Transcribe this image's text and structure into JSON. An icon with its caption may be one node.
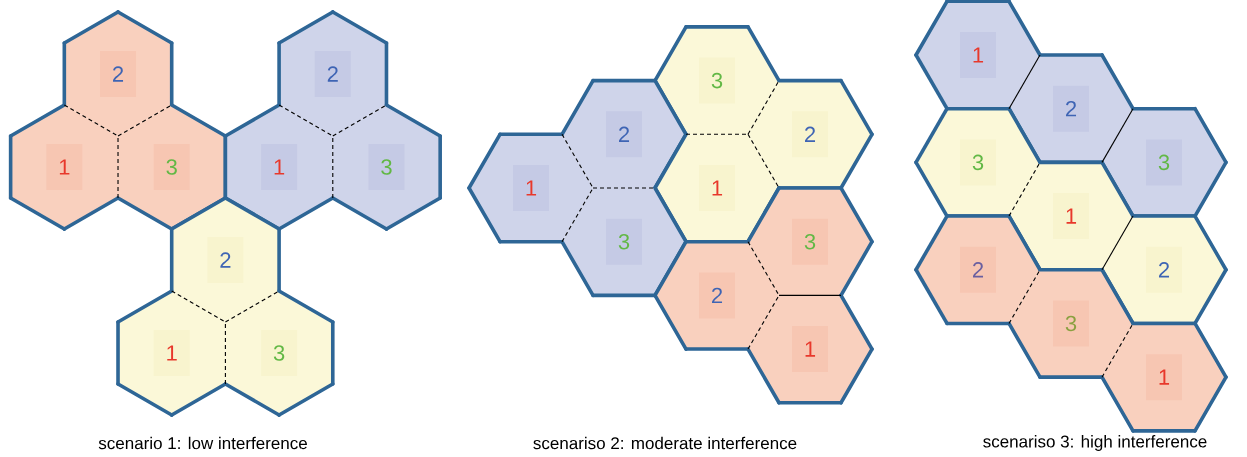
{
  "diagram": {
    "nodes": [
      {
        "text": [
          "2"
        ]
      },
      {
        "text": [
          "2"
        ]
      },
      {
        "text": [
          "1"
        ]
      },
      {
        "text": [
          "3"
        ]
      },
      {
        "text": [
          "1"
        ]
      },
      {
        "text": [
          "3"
        ]
      },
      {
        "text": [
          "2"
        ]
      },
      {
        "text": [
          "1"
        ]
      },
      {
        "text": [
          "3"
        ]
      },
      {
        "text": [
          "3"
        ]
      },
      {
        "text": [
          "2"
        ]
      },
      {
        "text": [
          "2"
        ]
      },
      {
        "text": [
          "1"
        ]
      },
      {
        "text": [
          "1"
        ]
      },
      {
        "text": [
          "3"
        ]
      },
      {
        "text": [
          "3"
        ]
      },
      {
        "text": [
          "2"
        ]
      },
      {
        "text": [
          "1"
        ]
      },
      {
        "text": [
          "1"
        ]
      },
      {
        "text": [
          "2"
        ]
      },
      {
        "text": [
          "3"
        ]
      },
      {
        "text": [
          "3"
        ]
      },
      {
        "text": [
          "1"
        ]
      },
      {
        "text": [
          "2"
        ]
      },
      {
        "text": [
          "2"
        ]
      },
      {
        "text": [
          "3"
        ]
      },
      {
        "text": [
          "1"
        ]
      }
    ],
    "labels": [
      "scenario 1: low interference",
      "scenariso 2: moderate interference",
      "scenariso 3: high interference"
    ]
  }
}
